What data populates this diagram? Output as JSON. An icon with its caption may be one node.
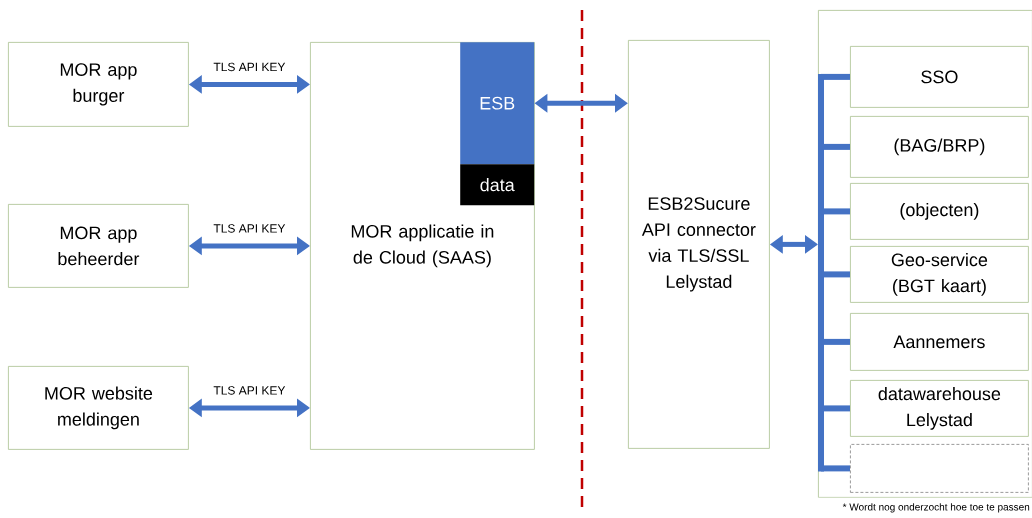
{
  "diagram": {
    "nodes": [
      {
        "text": [
          "MOR app burger"
        ]
      },
      {
        "text": [
          "MOR app beheerder"
        ]
      },
      {
        "text": [
          "MOR website meldingen"
        ]
      },
      {
        "text": [
          "MOR applicatie in de Cloud (SAAS)"
        ]
      },
      {
        "text": [
          "ESB"
        ],
        "in": 3
      },
      {
        "text": [
          "data"
        ],
        "in": 3
      },
      {
        "text": [
          "ESB2Sucure API connector via TLS/SSL Lelystad"
        ]
      },
      {
        "text": [],
        "shape": "box"
      },
      {
        "text": [
          "SSO"
        ],
        "in": 7
      },
      {
        "text": [
          "(BAG/BRP)"
        ],
        "in": 7
      },
      {
        "text": [
          "(objecten)"
        ],
        "in": 7
      },
      {
        "text": [
          "Geo-service (BGT kaart)"
        ],
        "in": 7
      },
      {
        "text": [
          "Aannemers"
        ],
        "in": 7
      },
      {
        "text": [
          "datawarehouse Lelystad"
        ],
        "in": 7
      },
      {
        "text": [],
        "shape": "box",
        "in": 7
      }
    ],
    "edges": [
      {
        "from": 0,
        "to": 3,
        "arrow": "both",
        "label": "TLS API KEY"
      },
      {
        "from": 1,
        "to": 3,
        "arrow": "both",
        "label": "TLS API KEY"
      },
      {
        "from": 2,
        "to": 3,
        "arrow": "both",
        "label": "TLS API KEY"
      },
      {
        "from": 4,
        "to": 6,
        "arrow": "both"
      },
      {
        "from": 6,
        "to": 7,
        "arrow": "both"
      },
      {
        "from": 7,
        "to": 8,
        "arrow": "none"
      },
      {
        "from": 7,
        "to": 9,
        "arrow": "none"
      },
      {
        "from": 7,
        "to": 10,
        "arrow": "none"
      },
      {
        "from": 7,
        "to": 11,
        "arrow": "none"
      },
      {
        "from": 7,
        "to": 12,
        "arrow": "none"
      },
      {
        "from": 7,
        "to": 13,
        "arrow": "none"
      },
      {
        "from": 7,
        "to": 14,
        "arrow": "none"
      }
    ],
    "labels": [
      "* Wordt nog onderzocht hoe toe te passen"
    ]
  }
}
